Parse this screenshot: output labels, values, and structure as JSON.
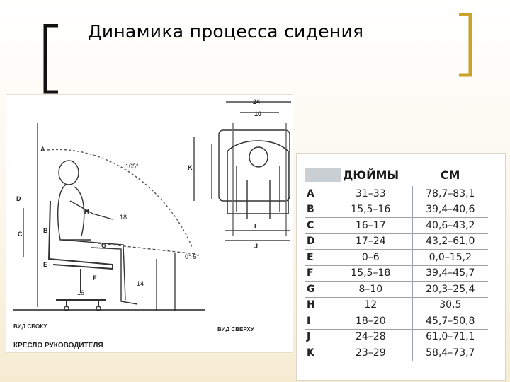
{
  "title": "Динамика процесса сидения",
  "diagram": {
    "side_view_label": "ВИД СБОКУ",
    "top_view_label": "ВИД СВЕРХУ",
    "caption": "КРЕСЛО РУКОВОДИТЕЛЯ",
    "dimensions": {
      "top_width_outer": "24",
      "top_width_inner": "10",
      "angle": "105°",
      "tilt": "0°-5°",
      "depth": "18",
      "seat_height": "14",
      "seat_depth": "16"
    },
    "letters": [
      "A",
      "B",
      "C",
      "D",
      "E",
      "F",
      "G",
      "H",
      "I",
      "J",
      "K"
    ]
  },
  "table": {
    "headers": [
      "",
      "ДЮЙМЫ",
      "СМ"
    ],
    "rows": [
      {
        "letter": "A",
        "inches": "31–33",
        "cm": "78,7–83,1"
      },
      {
        "letter": "B",
        "inches": "15,5–16",
        "cm": "39,4–40,6"
      },
      {
        "letter": "C",
        "inches": "16–17",
        "cm": "40,6–43,2"
      },
      {
        "letter": "D",
        "inches": "17–24",
        "cm": "43,2–61,0"
      },
      {
        "letter": "E",
        "inches": "0–6",
        "cm": "0,0–15,2"
      },
      {
        "letter": "F",
        "inches": "15,5–18",
        "cm": "39,4–45,7"
      },
      {
        "letter": "G",
        "inches": "8–10",
        "cm": "20,3–25,4"
      },
      {
        "letter": "H",
        "inches": "12",
        "cm": "30,5"
      },
      {
        "letter": "I",
        "inches": "18–20",
        "cm": "45,7–50,8"
      },
      {
        "letter": "J",
        "inches": "24–28",
        "cm": "61,0–71,1"
      },
      {
        "letter": "K",
        "inches": "23–29",
        "cm": "58,4–73,7"
      }
    ]
  },
  "colors": {
    "bracket_left": "#111111",
    "bracket_right": "#c9a227",
    "background_tint": "#f6ecd2"
  }
}
